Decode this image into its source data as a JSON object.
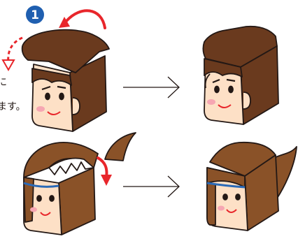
{
  "step": {
    "number": "1"
  },
  "captions": {
    "line1": "に",
    "line2": "ます。"
  },
  "colors": {
    "hair_boy": "#6a3a1e",
    "hair_girl": "#8a5228",
    "skin": "#fde0c6",
    "outline": "#231815",
    "arrow_red": "#e8262b",
    "band_blue": "#2a6ab8",
    "badge_blue": "#1f5fb0"
  },
  "icons": [
    "boy-head-folding-icon",
    "boy-head-complete-icon",
    "girl-head-folding-icon",
    "girl-head-complete-icon",
    "curved-arrow-icon",
    "right-arrow-icon"
  ]
}
